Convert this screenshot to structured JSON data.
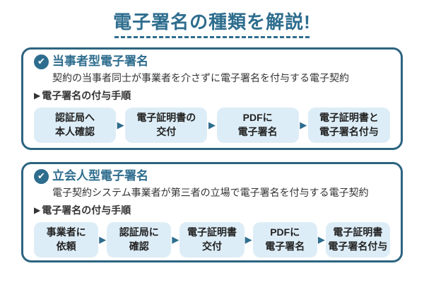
{
  "title": "電子署名の種類を解説!",
  "icons": {
    "check": "✔",
    "flow_arrow": "▶",
    "steps_marker": "▶"
  },
  "colors": {
    "teal": "#2E6D8E",
    "card_border": "#2C6480",
    "step_bg": "#DDEDF7",
    "text_dark": "#333333"
  },
  "sections": [
    {
      "heading": "当事者型電子署名",
      "description": "契約の当事者同士が事業者を介さずに電子署名を付与する電子契約",
      "steps_label": "電子署名の付与手順",
      "steps": [
        {
          "line1": "認証局へ",
          "line2": "本人確認"
        },
        {
          "line1": "電子証明書の",
          "line2": "交付"
        },
        {
          "line1": "PDFに",
          "line2": "電子署名"
        },
        {
          "line1": "電子証明書と",
          "line2": "電子署名付与"
        }
      ]
    },
    {
      "heading": "立会人型電子署名",
      "description": "電子契約システム事業者が第三者の立場で電子署名を付与する電子契約",
      "steps_label": "電子署名の付与手順",
      "steps": [
        {
          "line1": "事業者に",
          "line2": "依頼"
        },
        {
          "line1": "認証局に",
          "line2": "確認"
        },
        {
          "line1": "電子証明書",
          "line2": "交付"
        },
        {
          "line1": "PDFに",
          "line2": "電子署名"
        },
        {
          "line1": "電子証明書",
          "line2": "電子署名付与"
        }
      ]
    }
  ]
}
